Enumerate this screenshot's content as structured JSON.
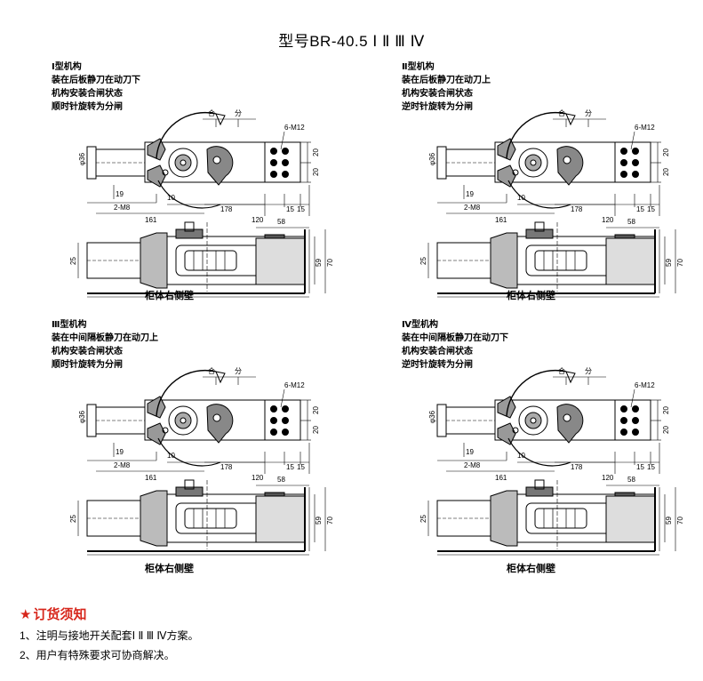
{
  "title": "型号BR-40.5 Ⅰ Ⅱ Ⅲ Ⅳ",
  "panels": [
    {
      "lines": [
        "Ⅰ型机构",
        "装在后板静刀在动刀下",
        "机构安装合闸状态",
        "顺时针旋转为分闸"
      ],
      "caption": "柜体右侧壁",
      "top_labels": [
        "合",
        "分"
      ],
      "dims": {
        "bolt": "6-M12",
        "dia": "φ36",
        "d19": "19",
        "d10": "10",
        "m8": "2-M8",
        "d161": "161",
        "d178": "178",
        "d120": "120",
        "d15a": "15",
        "d15b": "15",
        "d20a": "20",
        "d20b": "20",
        "d58": "58",
        "d25": "25",
        "d59": "59",
        "d70": "70"
      }
    },
    {
      "lines": [
        "Ⅱ型机构",
        "装在后板静刀在动刀上",
        "机构安装合闸状态",
        "逆时针旋转为分闸"
      ],
      "caption": "柜体右侧壁",
      "top_labels": [
        "合",
        "分"
      ],
      "dims": {
        "bolt": "6-M12",
        "dia": "φ36",
        "d19": "19",
        "d10": "10",
        "m8": "2-M8",
        "d161": "161",
        "d178": "178",
        "d120": "120",
        "d15a": "15",
        "d15b": "15",
        "d20a": "20",
        "d20b": "20",
        "d58": "58",
        "d25": "25",
        "d59": "59",
        "d70": "70"
      }
    },
    {
      "lines": [
        "Ⅲ型机构",
        "装在中间隔板静刀在动刀上",
        "机构安装合闸状态",
        "顺时针旋转为分闸"
      ],
      "caption": "柜体右侧壁",
      "top_labels": [
        "合",
        "分"
      ],
      "dims": {
        "bolt": "6-M12",
        "dia": "φ36",
        "d19": "19",
        "d10": "10",
        "m8": "2-M8",
        "d161": "161",
        "d178": "178",
        "d120": "120",
        "d15a": "15",
        "d15b": "15",
        "d20a": "20",
        "d20b": "20",
        "d58": "58",
        "d25": "25",
        "d59": "59",
        "d70": "70"
      }
    },
    {
      "lines": [
        "Ⅳ型机构",
        "装在中间隔板静刀在动刀下",
        "机构安装合闸状态",
        "逆时针旋转为分闸"
      ],
      "caption": "柜体右侧壁",
      "top_labels": [
        "合",
        "分"
      ],
      "dims": {
        "bolt": "6-M12",
        "dia": "φ36",
        "d19": "19",
        "d10": "10",
        "m8": "2-M8",
        "d161": "161",
        "d178": "178",
        "d120": "120",
        "d15a": "15",
        "d15b": "15",
        "d20a": "20",
        "d20b": "20",
        "d58": "58",
        "d25": "25",
        "d59": "59",
        "d70": "70"
      }
    }
  ],
  "notes": {
    "star": "★",
    "heading": "订货须知",
    "items": [
      "1、注明与接地开关配套Ⅰ Ⅱ Ⅲ Ⅳ方案。",
      "2、用户有特殊要求可协商解决。"
    ]
  }
}
